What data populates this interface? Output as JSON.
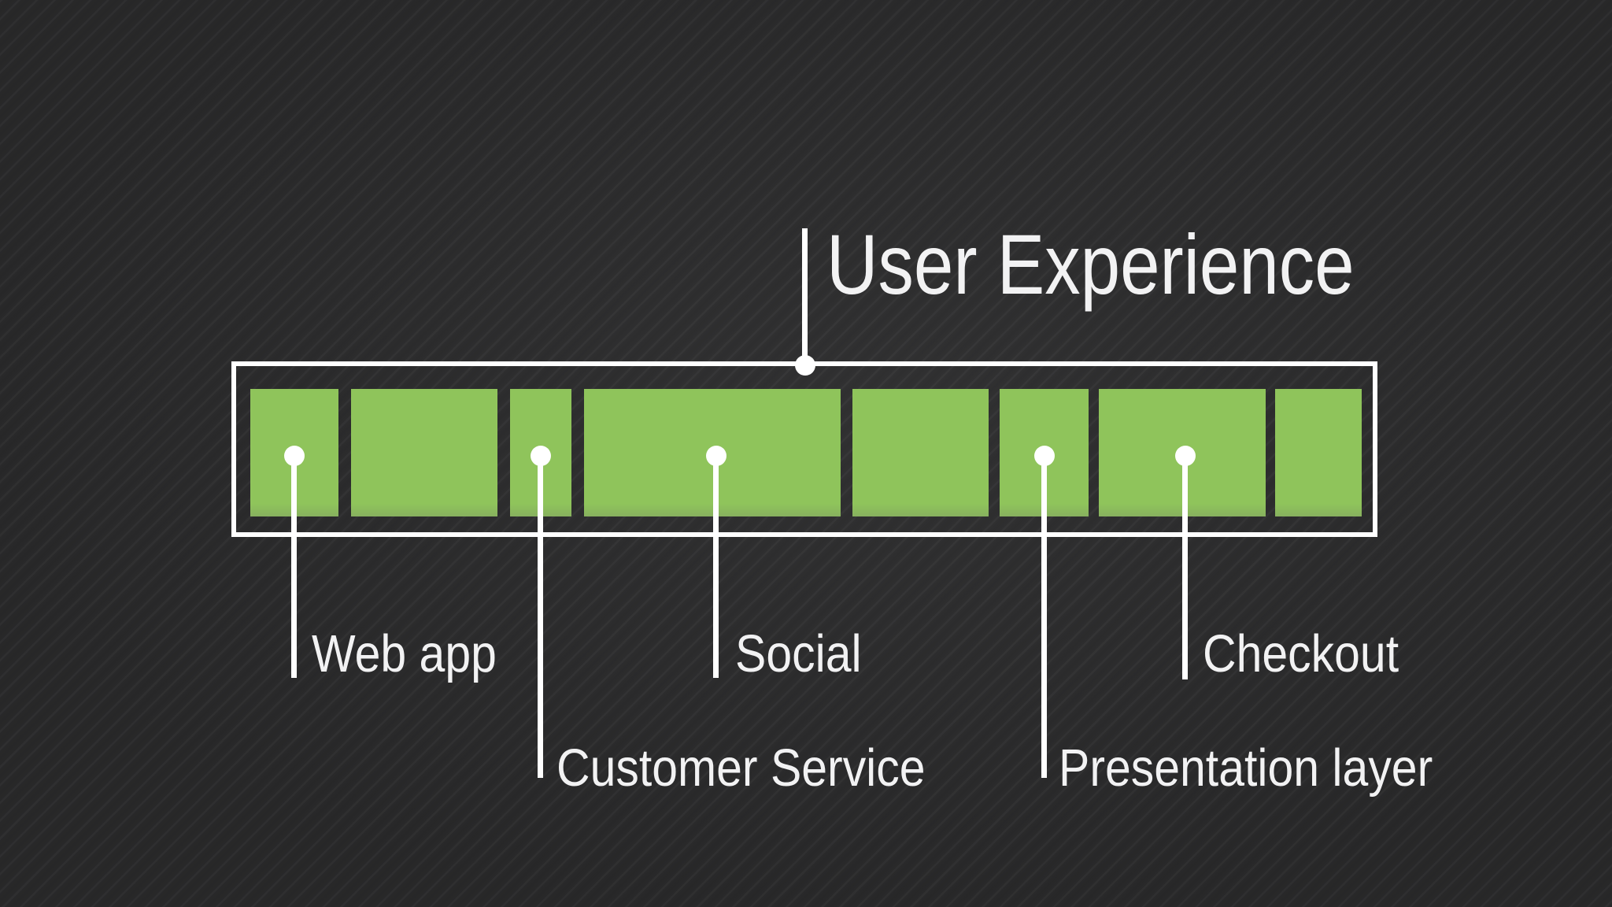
{
  "title": {
    "label": "User Experience"
  },
  "diagram": {
    "container": "User Experience layer",
    "block_count": 8,
    "blocks_with_callouts": [
      1,
      3,
      4,
      6,
      7
    ]
  },
  "callouts": [
    {
      "label": "Web app",
      "row": "upper"
    },
    {
      "label": "Customer Service",
      "row": "lower"
    },
    {
      "label": "Social",
      "row": "upper"
    },
    {
      "label": "Presentation layer",
      "row": "lower"
    },
    {
      "label": "Checkout",
      "row": "upper"
    }
  ],
  "colors": {
    "background": "#2b2b2c",
    "block_green": "#8FC45B",
    "connector_white": "#ffffff",
    "text_white": "#f2f2f3"
  }
}
